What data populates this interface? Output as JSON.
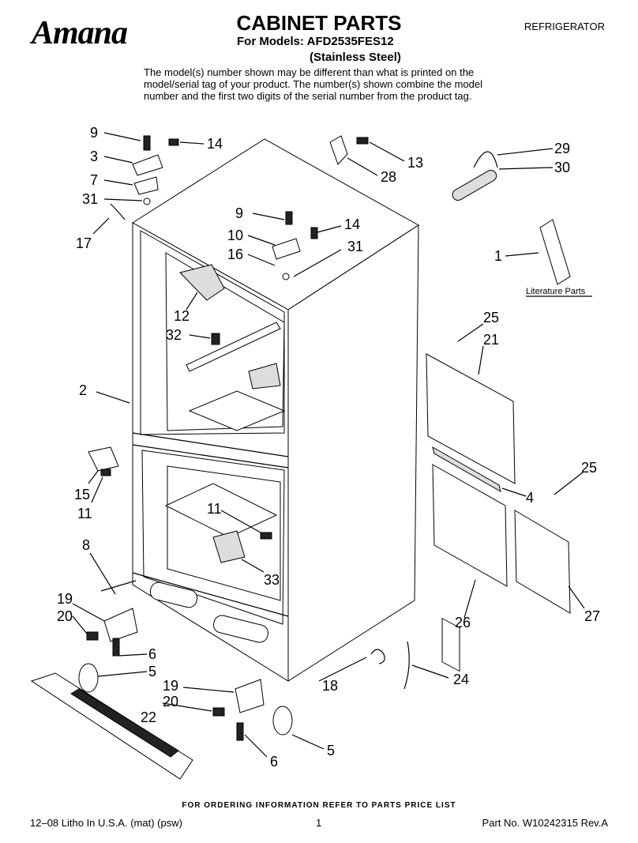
{
  "header": {
    "brand": "Amana",
    "title": "CABINET PARTS",
    "models": "For Models: AFD2535FES12",
    "finish": "(Stainless Steel)",
    "category": "REFRIGERATOR",
    "note": "The model(s) number shown may be different than what is printed on the model/serial tag of your product. The number(s) shown combine the model number and the first two digits of the serial number from the product tag."
  },
  "diagram": {
    "literature_label": "Literature Parts",
    "callouts": [
      "9",
      "14",
      "3",
      "7",
      "31",
      "17",
      "13",
      "28",
      "29",
      "30",
      "9",
      "10",
      "14",
      "16",
      "31",
      "1",
      "12",
      "32",
      "25",
      "21",
      "2",
      "15",
      "11",
      "25",
      "4",
      "11",
      "8",
      "33",
      "19",
      "20",
      "26",
      "27",
      "6",
      "5",
      "19",
      "20",
      "22",
      "18",
      "24",
      "5",
      "6"
    ]
  },
  "footer": {
    "order_note": "FOR ORDERING INFORMATION REFER TO PARTS PRICE LIST",
    "litho": "12–08 Litho In U.S.A. (mat) (psw)",
    "page": "1",
    "part_no": "Part No. W10242315 Rev.A"
  }
}
